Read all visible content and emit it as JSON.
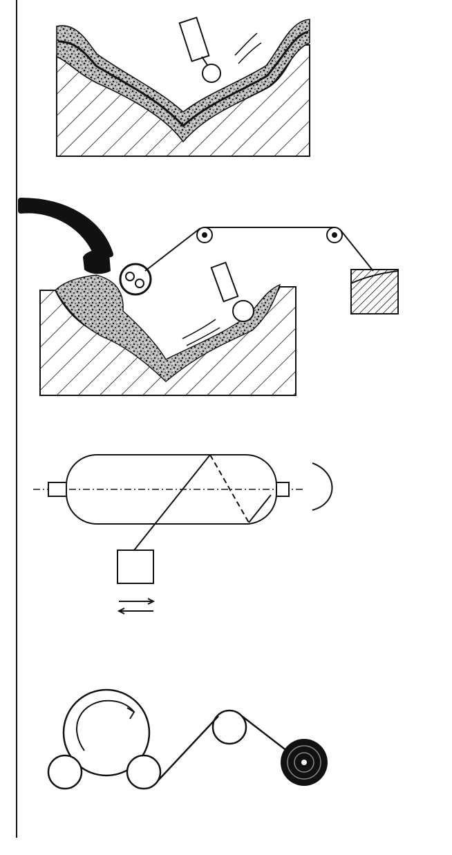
{
  "figure": {
    "panels": [
      {
        "id": "hand-lay-up",
        "depicts": [
          "mould",
          "laminate-layers",
          "roller"
        ]
      },
      {
        "id": "spray-up",
        "depicts": [
          "spray-hose",
          "spray-gun",
          "roving-pulleys",
          "roving-creel",
          "mould",
          "roller"
        ]
      },
      {
        "id": "filament-winding",
        "depicts": [
          "mandrel",
          "rotation-arrow",
          "traversing-guide",
          "traverse-arrows"
        ]
      },
      {
        "id": "calendering",
        "depicts": [
          "calender-rolls",
          "guide-roller",
          "wind-up-roll"
        ]
      }
    ]
  },
  "colors": {
    "ink": "#111111",
    "paper": "#ffffff",
    "fill": "#8a8a8a"
  }
}
